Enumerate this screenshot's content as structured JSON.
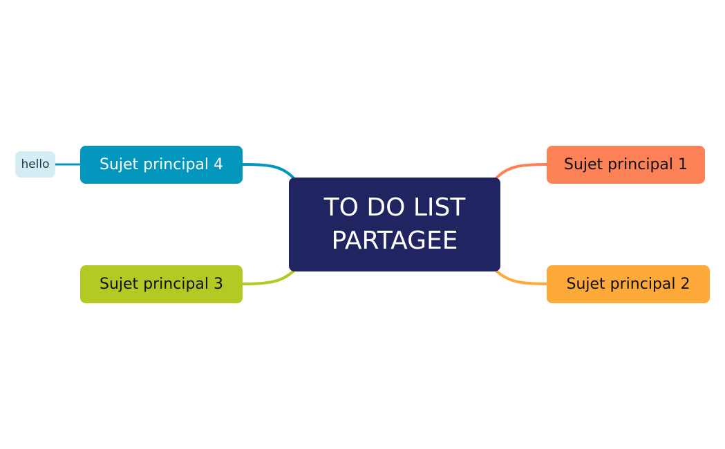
{
  "central_topic": {
    "line1": "TO DO LIST",
    "line2": "PARTAGEE",
    "color": "#202562"
  },
  "main_topics": [
    {
      "label": "Sujet principal 1",
      "color": "#fd8156"
    },
    {
      "label": "Sujet principal 2",
      "color": "#fdaa3b"
    },
    {
      "label": "Sujet principal 3",
      "color": "#b5c925"
    },
    {
      "label": "Sujet principal 4",
      "color": "#0397bd"
    }
  ],
  "subtopics": [
    {
      "parent": "Sujet principal 4",
      "label": "hello",
      "color": "#d4ecf3"
    }
  ]
}
